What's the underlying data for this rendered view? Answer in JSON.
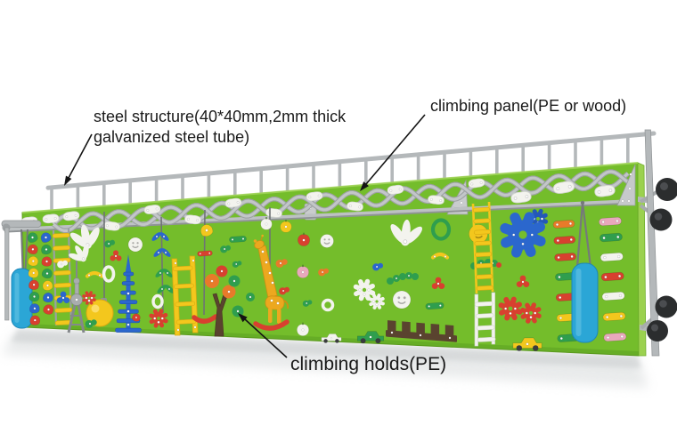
{
  "annotations": {
    "steel_structure": {
      "line1": "steel structure(40*40mm,2mm thick",
      "line2": "galvanized steel tube)"
    },
    "climbing_panel": {
      "text": "climbing panel(PE or wood)"
    },
    "climbing_holds": {
      "text": "climbing holds(PE)"
    }
  },
  "colors": {
    "panel_green": "#74bd2b",
    "panel_edge": "#9bd14f",
    "panel_dark": "#559418",
    "steel": "#b4b8ba",
    "steel_dark": "#8a8e90",
    "steel_light": "#c9cccd",
    "bag_blue": "#2ba6d6",
    "hold_red": "#d8402f",
    "hold_yellow": "#f3c71d",
    "hold_green": "#2f9e4e",
    "hold_blue": "#2b67cd",
    "hold_orange": "#e87a2a",
    "hold_pink": "#e9a8bc",
    "hold_white": "#f3f3ee",
    "hold_brown": "#5a432f",
    "pad_black": "#2b2d2e",
    "ink": "#1a1a1a"
  }
}
